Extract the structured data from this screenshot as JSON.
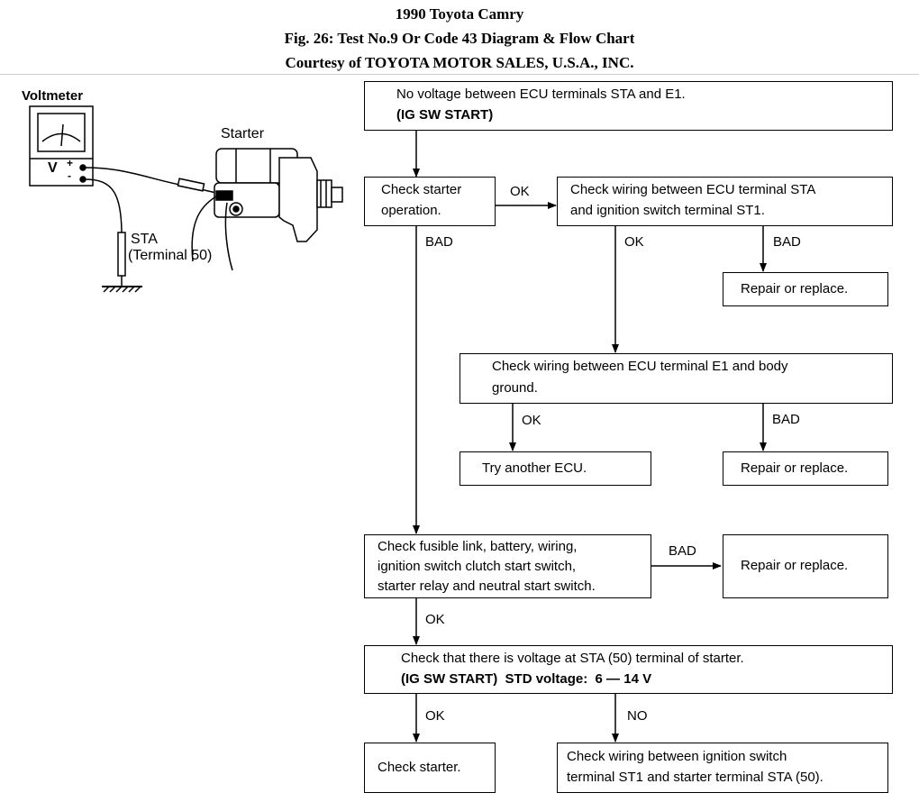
{
  "header": {
    "line1": "1990 Toyota Camry",
    "line2": "Fig. 26: Test No.9 Or Code 43 Diagram & Flow Chart",
    "line3": "Courtesy of TOYOTA MOTOR SALES, U.S.A., INC."
  },
  "illustration": {
    "voltmeter_label": "Voltmeter",
    "meter_symbol": "V",
    "plus": "+",
    "minus": "-",
    "starter_label": "Starter",
    "sta_line1": "STA",
    "sta_line2": "(Terminal 50)"
  },
  "flow": {
    "start_l1": "No voltage between ECU terminals STA and E1.",
    "start_l2": "(IG SW START)",
    "check_starter_l1": "Check starter",
    "check_starter_l2": "operation.",
    "wiring_st1_l1": "Check wiring between ECU terminal STA",
    "wiring_st1_l2": "and ignition switch terminal ST1.",
    "repair1": "Repair or replace.",
    "wiring_e1_l1": "Check wiring between ECU terminal E1 and body",
    "wiring_e1_l2": "ground.",
    "try_ecu": "Try another ECU.",
    "repair2": "Repair or replace.",
    "fusible_l1": "Check fusible link, battery, wiring,",
    "fusible_l2": "ignition switch clutch start switch,",
    "fusible_l3": "starter relay and neutral start switch.",
    "repair3": "Repair or replace.",
    "voltage_l1": "Check that there is voltage at STA (50) terminal of starter.",
    "voltage_l2": "(IG SW START)  STD voltage:  6 — 14 V",
    "check_starter_final": "Check starter.",
    "wiring_final_l1": "Check wiring between ignition switch",
    "wiring_final_l2": "terminal ST1 and starter terminal STA (50)."
  },
  "edges": {
    "ok1": "OK",
    "bad1": "BAD",
    "ok2": "OK",
    "bad2": "BAD",
    "ok3": "OK",
    "bad3": "BAD",
    "bad4": "BAD",
    "ok4": "OK",
    "ok5": "OK",
    "no5": "NO"
  }
}
